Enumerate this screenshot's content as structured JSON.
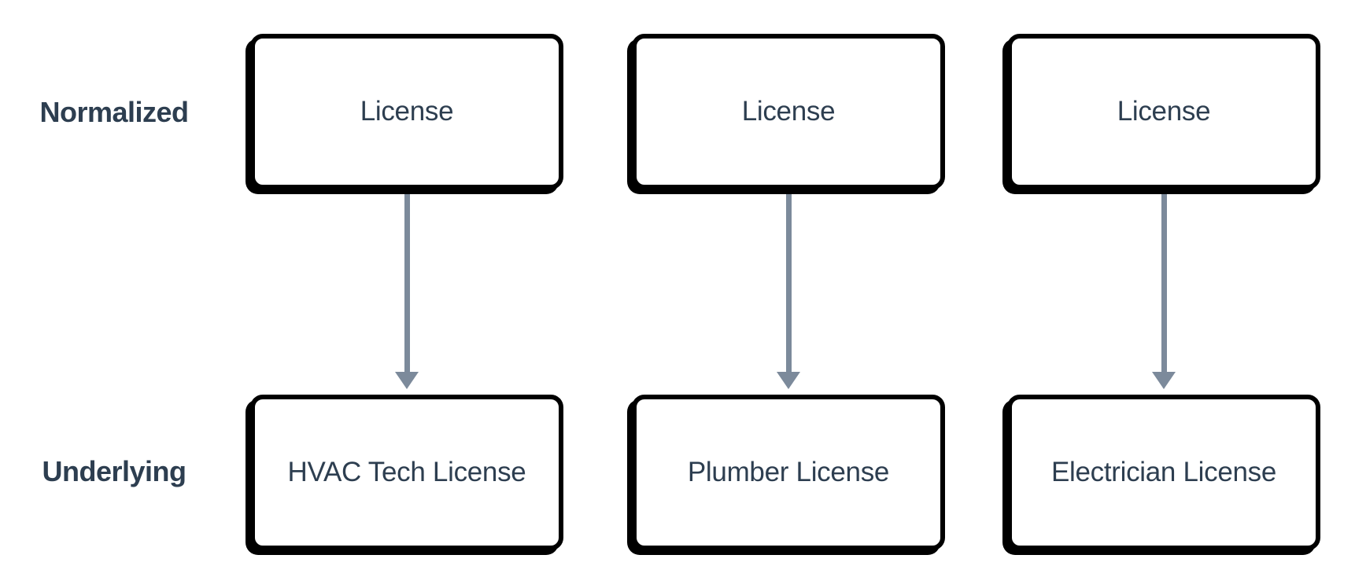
{
  "rows": {
    "normalized": {
      "label": "Normalized",
      "boxes": [
        "License",
        "License",
        "License"
      ]
    },
    "underlying": {
      "label": "Underlying",
      "boxes": [
        "HVAC Tech License",
        "Plumber License",
        "Electrician License"
      ]
    }
  },
  "arrows": {
    "count": 3,
    "direction": "down",
    "connects": "normalized-to-underlying"
  },
  "colors": {
    "background": "#ffffff",
    "box_fill": "#ffffff",
    "box_border": "#000000",
    "box_shadow": "#000000",
    "text": "#2d3e50",
    "arrow": "#7c8a9b"
  }
}
